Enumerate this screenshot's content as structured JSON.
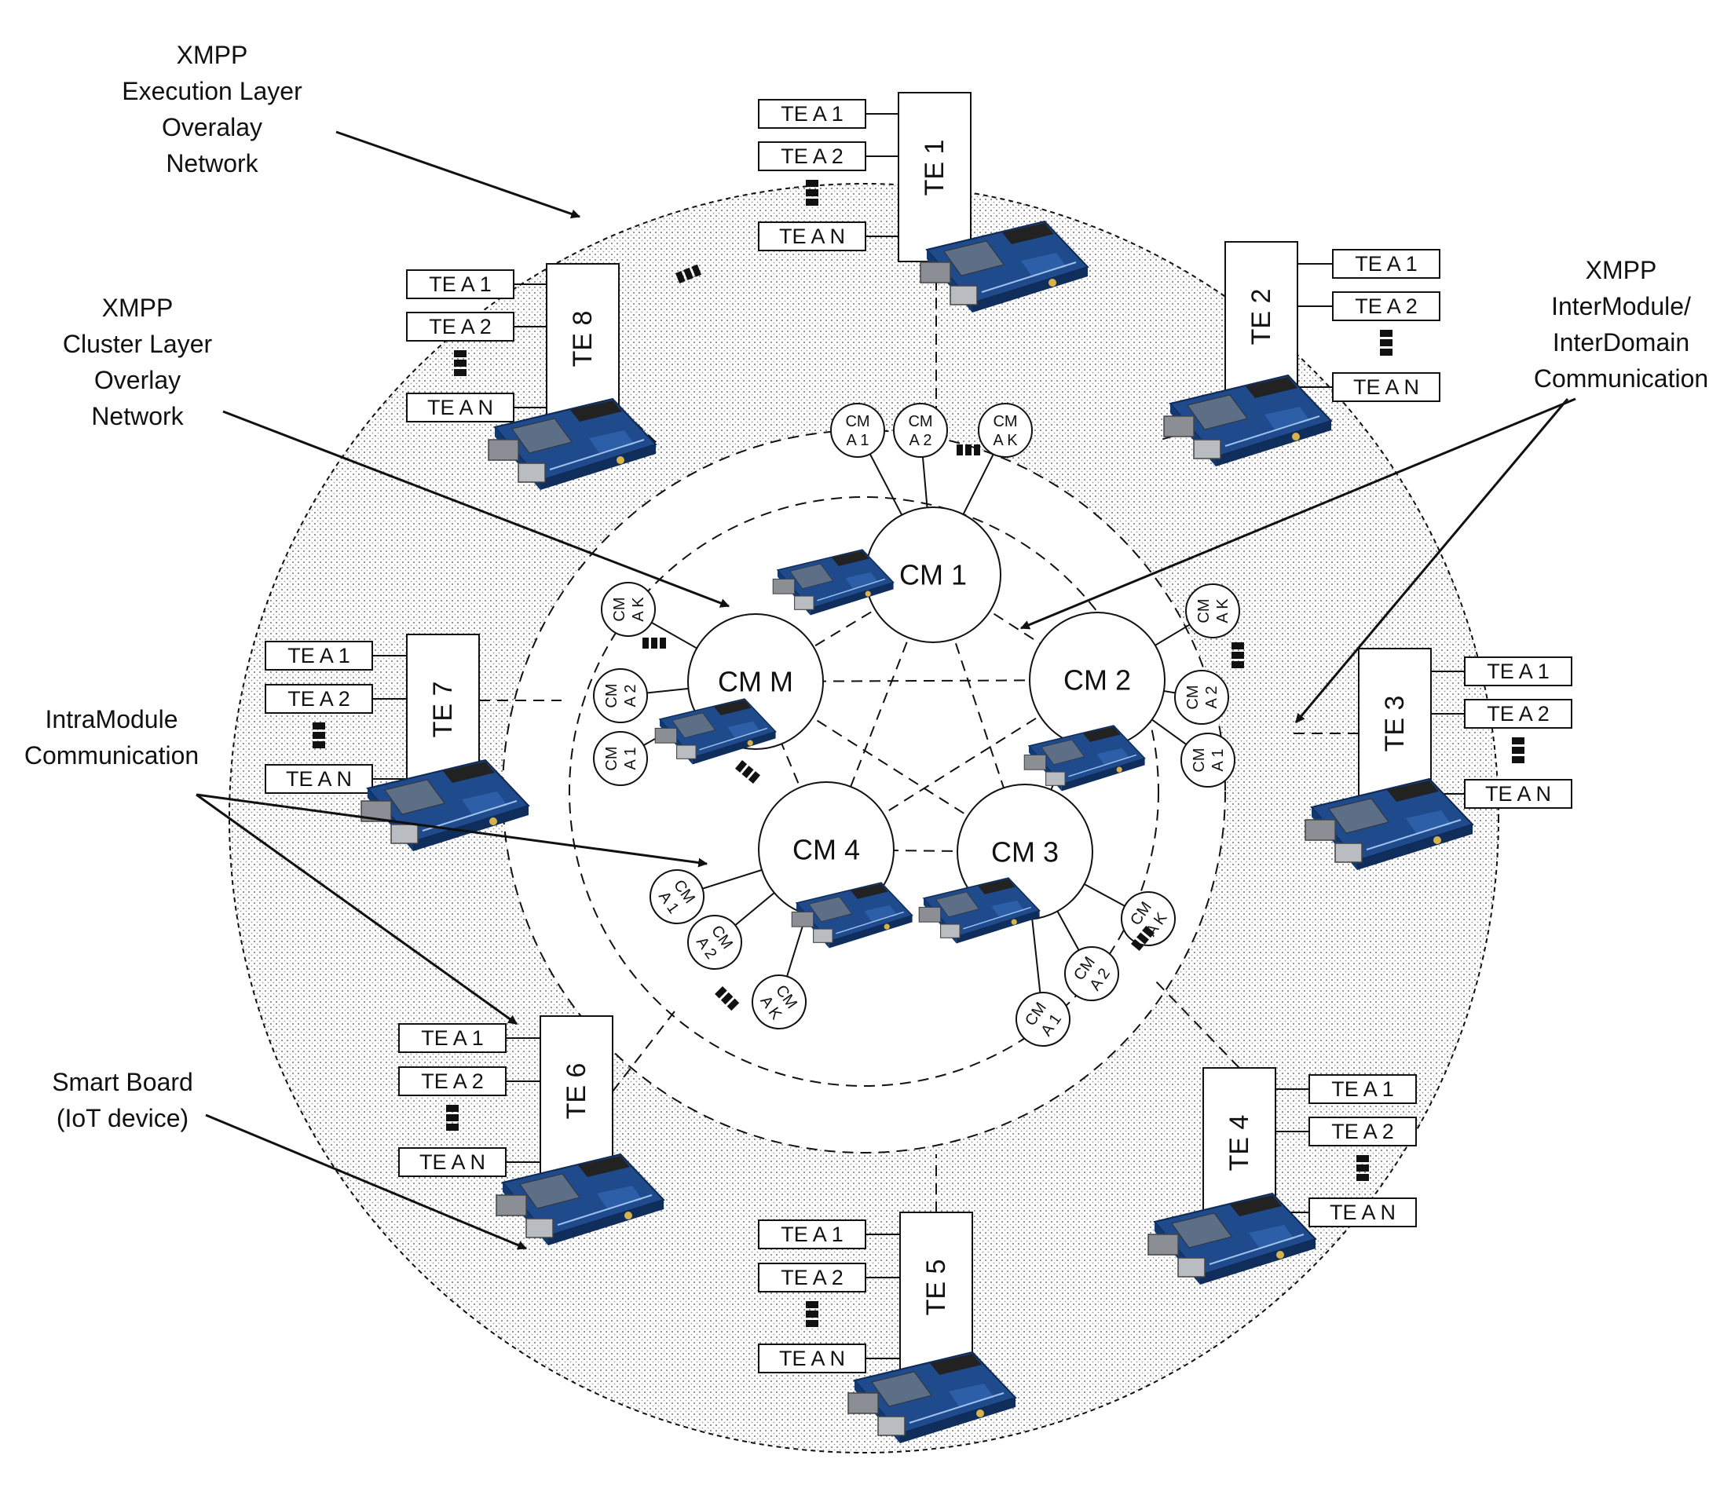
{
  "labels": {
    "exec_layer": [
      "XMPP",
      "Execution Layer",
      "Overalay",
      "Network"
    ],
    "cluster_layer": [
      "XMPP",
      "Cluster Layer",
      "Overlay",
      "Network"
    ],
    "intermodule": [
      "XMPP",
      "InterModule/",
      "InterDomain",
      "Communication"
    ],
    "intramodule": [
      "IntraModule",
      "Communication"
    ],
    "smart_board": [
      "Smart Board",
      "(IoT device)"
    ]
  },
  "cluster_modules": [
    "CM 1",
    "CM 2",
    "CM 3",
    "CM 4",
    "CM M"
  ],
  "cm_apps": {
    "a1": [
      "CM",
      "A 1"
    ],
    "a2": [
      "CM",
      "A 2"
    ],
    "ak": [
      "CM",
      "A K"
    ]
  },
  "execution_modules": [
    "TE 1",
    "TE 2",
    "TE 3",
    "TE 4",
    "TE 5",
    "TE 6",
    "TE 7",
    "TE 8"
  ],
  "te_apps": [
    "TE A 1",
    "TE A 2",
    "TE A N"
  ],
  "colors": {
    "stroke": "#111111",
    "dot_fill": "#9a9a9a",
    "board_blue": "#1f4a8c",
    "board_gray": "#8b8f95"
  }
}
